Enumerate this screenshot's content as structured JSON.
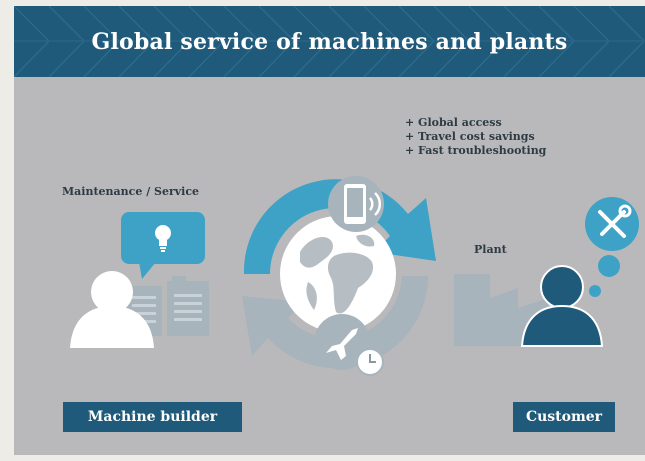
{
  "title": "Global service of machines and plants",
  "labels": {
    "maintenance": "Maintenance / Service",
    "plant": "Plant",
    "machine_builder": "Machine builder",
    "customer": "Customer"
  },
  "benefits": [
    "+ Global access",
    "+ Travel cost savings",
    "+ Fast troubleshooting"
  ],
  "colors": {
    "banner": "#1f5a7a",
    "background": "#b9b9bb",
    "arrow_blue": "#3ea2c6",
    "arrow_gray": "#a7b4bc",
    "customer_figure": "#1f5a7a",
    "builder_figure": "#ffffff"
  },
  "icons": [
    "lightbulb-icon",
    "phone-signal-icon",
    "globe-icon",
    "airplane-icon",
    "clock-icon",
    "tools-icon",
    "factory-icon"
  ]
}
